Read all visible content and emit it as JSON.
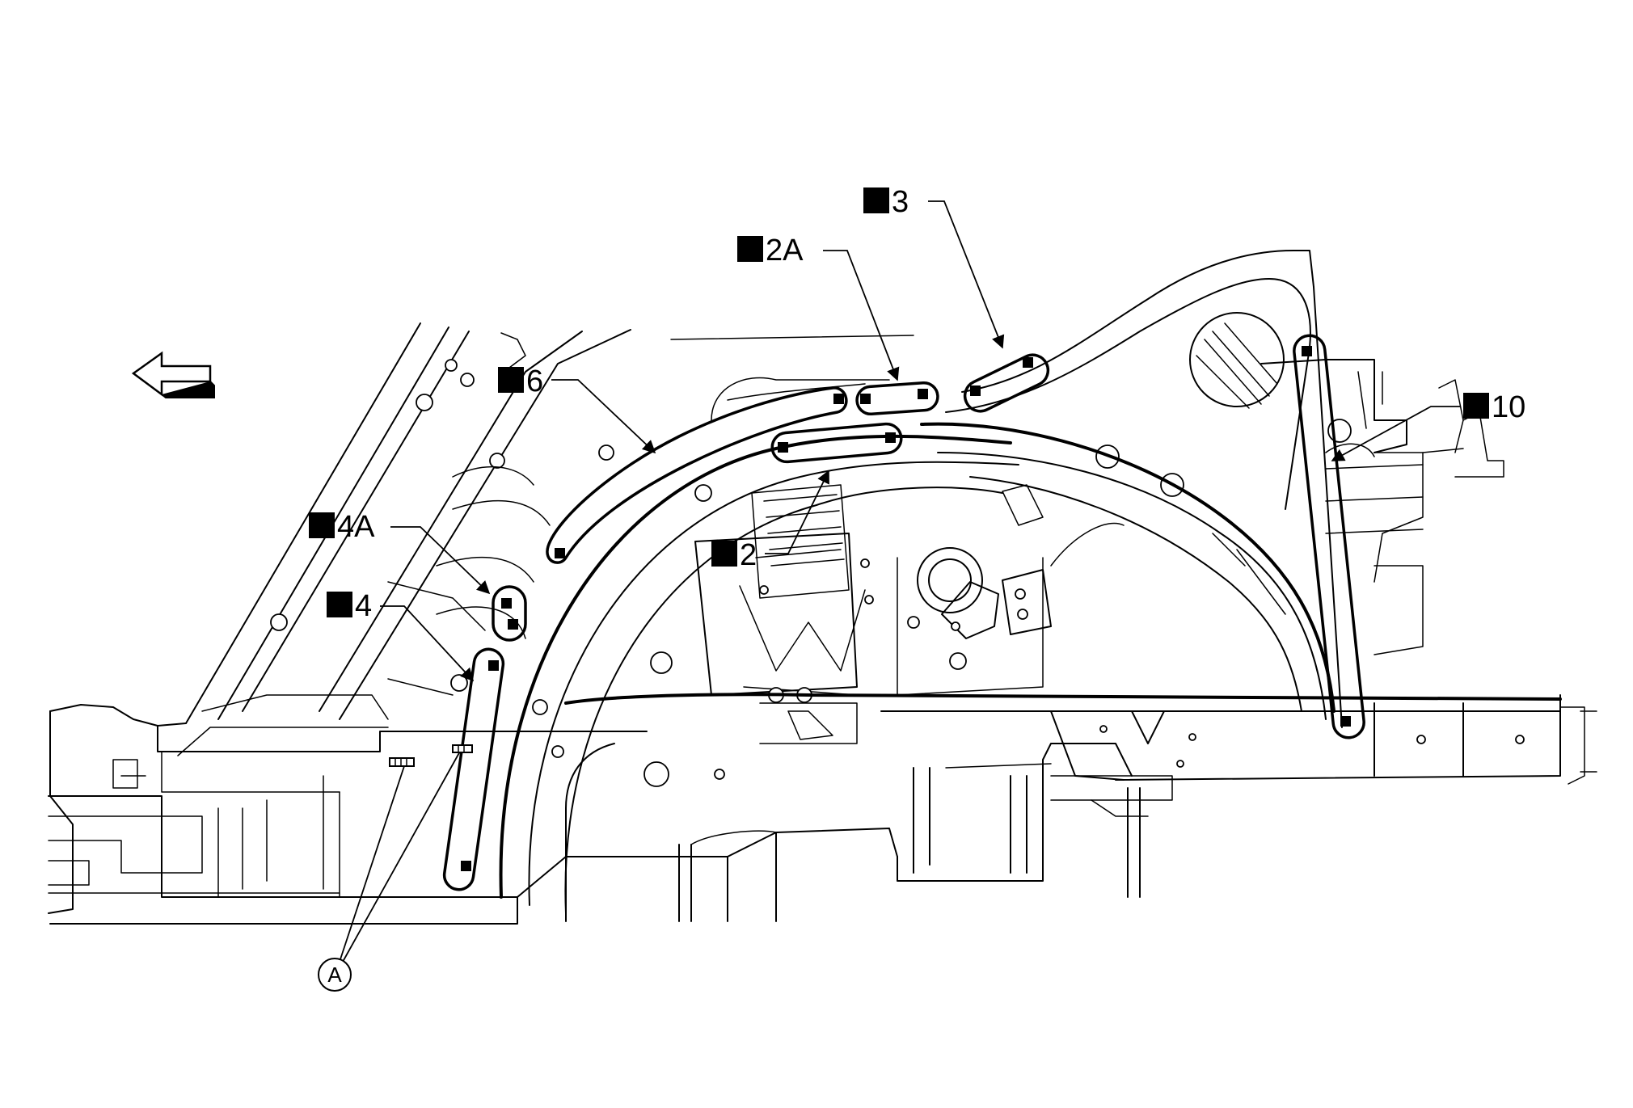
{
  "labels": {
    "label_3": "3",
    "label_2A": "2A",
    "label_6": "6",
    "label_10": "10",
    "label_4A": "4A",
    "label_2": "2",
    "label_4": "4",
    "label_A": "A"
  },
  "icons": {
    "direction_arrow": "front-direction-arrow-icon",
    "label_marker": "black-square-marker-icon",
    "spot_weld": "black-square-spot-weld-icon"
  },
  "colors": {
    "line": "#000000",
    "background": "#ffffff"
  }
}
